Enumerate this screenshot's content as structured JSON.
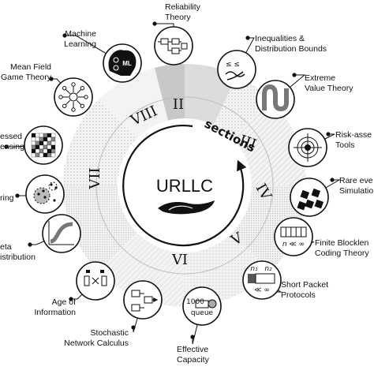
{
  "center": {
    "title": "URLLC",
    "sections_label": "sections",
    "numerals": [
      "II",
      "III",
      "IV",
      "V",
      "VI",
      "VII",
      "VIII"
    ]
  },
  "nodes": [
    {
      "id": "reliability",
      "icon": "block-diagram-icon",
      "lines": [
        "Reliability",
        "Theory"
      ]
    },
    {
      "id": "inequalities",
      "icon": "inequality-icon",
      "lines": [
        "Inequalities &",
        "Distribution Bounds"
      ]
    },
    {
      "id": "extreme",
      "icon": "extreme-value-icon",
      "lines": [
        "Extreme",
        "Value Theory"
      ]
    },
    {
      "id": "risk",
      "icon": "radiation-target-icon",
      "lines": [
        "Risk-asse",
        "Tools"
      ]
    },
    {
      "id": "rare",
      "icon": "dice-icon",
      "lines": [
        "Rare eve",
        "Simulatio"
      ]
    },
    {
      "id": "finite",
      "icon": "blocklength-icon",
      "lines": [
        "Finite Blocklen",
        "Coding Theory"
      ],
      "icon_text": "n ≪ ∞"
    },
    {
      "id": "short",
      "icon": "packet-icon",
      "lines": [
        "Short Packet",
        "Protocols"
      ],
      "icon_text": [
        "n₁",
        "n₂",
        "≪ ∞"
      ]
    },
    {
      "id": "effective",
      "icon": "queue-icon",
      "lines": [
        "Effective",
        "Capacity"
      ],
      "icon_text": [
        "1000",
        "queue"
      ]
    },
    {
      "id": "stochastic",
      "icon": "network-calculus-icon",
      "lines": [
        "Stochastic",
        "Network Calculus"
      ]
    },
    {
      "id": "aoi",
      "icon": "age-of-information-icon",
      "lines": [
        "Age of",
        "Information"
      ]
    },
    {
      "id": "meta",
      "icon": "meta-distribution-icon",
      "lines": [
        "eta",
        "istribution"
      ]
    },
    {
      "id": "clustering",
      "icon": "clustering-icon",
      "lines": [
        "ring"
      ]
    },
    {
      "id": "compressed",
      "icon": "grid-sensing-icon",
      "lines": [
        "essed",
        "ensing"
      ]
    },
    {
      "id": "meanfield",
      "icon": "mean-field-icon",
      "lines": [
        "Mean Field",
        "Game Theory"
      ]
    },
    {
      "id": "ml",
      "icon": "brain-ml-icon",
      "lines": [
        "Machine",
        "Learning"
      ],
      "icon_text": "ML"
    }
  ]
}
